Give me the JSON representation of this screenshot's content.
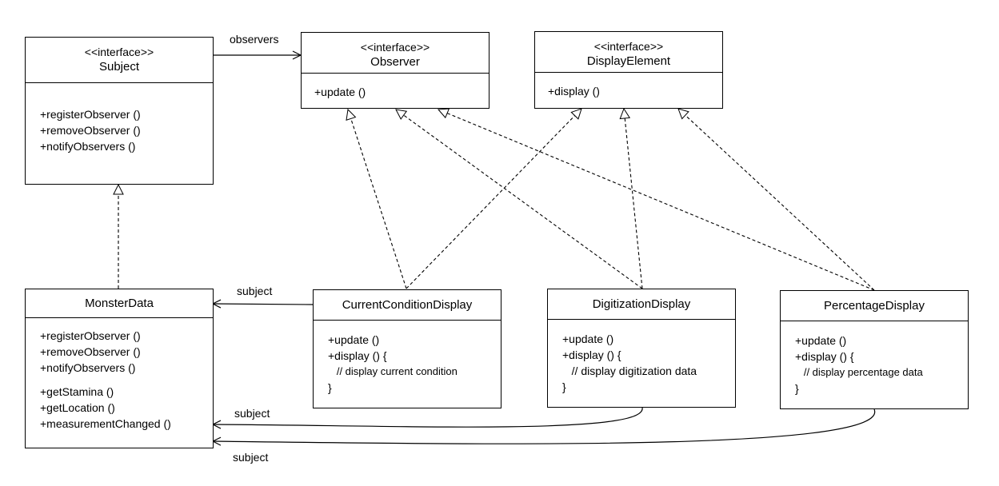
{
  "classes": {
    "subject": {
      "stereotype": "<<interface>>",
      "name": "Subject",
      "methods": [
        "+registerObserver ()",
        "+removeObserver ()",
        "+notifyObservers ()"
      ]
    },
    "observer": {
      "stereotype": "<<interface>>",
      "name": "Observer",
      "methods": [
        "+update ()"
      ]
    },
    "display_element": {
      "stereotype": "<<interface>>",
      "name": "DisplayElement",
      "methods": [
        "+display ()"
      ]
    },
    "monster_data": {
      "name": "MonsterData",
      "methods": [
        "+registerObserver ()",
        "+removeObserver ()",
        "+notifyObservers ()"
      ],
      "methods2": [
        "+getStamina ()",
        "+getLocation ()",
        "+measurementChanged ()"
      ]
    },
    "current_condition": {
      "name": "CurrentConditionDisplay",
      "methods": [
        "+update ()",
        "+display () {",
        "   // display current condition",
        "}"
      ]
    },
    "digitization": {
      "name": "DigitizationDisplay",
      "methods": [
        "+update ()",
        "+display () {",
        "   // display digitization data",
        "}"
      ]
    },
    "percentage": {
      "name": "PercentageDisplay",
      "methods": [
        "+update ()",
        "+display () {",
        "   // display percentage data",
        "}"
      ]
    }
  },
  "labels": {
    "observers": "observers",
    "subject_1": "subject",
    "subject_2": "subject",
    "subject_3": "subject"
  }
}
